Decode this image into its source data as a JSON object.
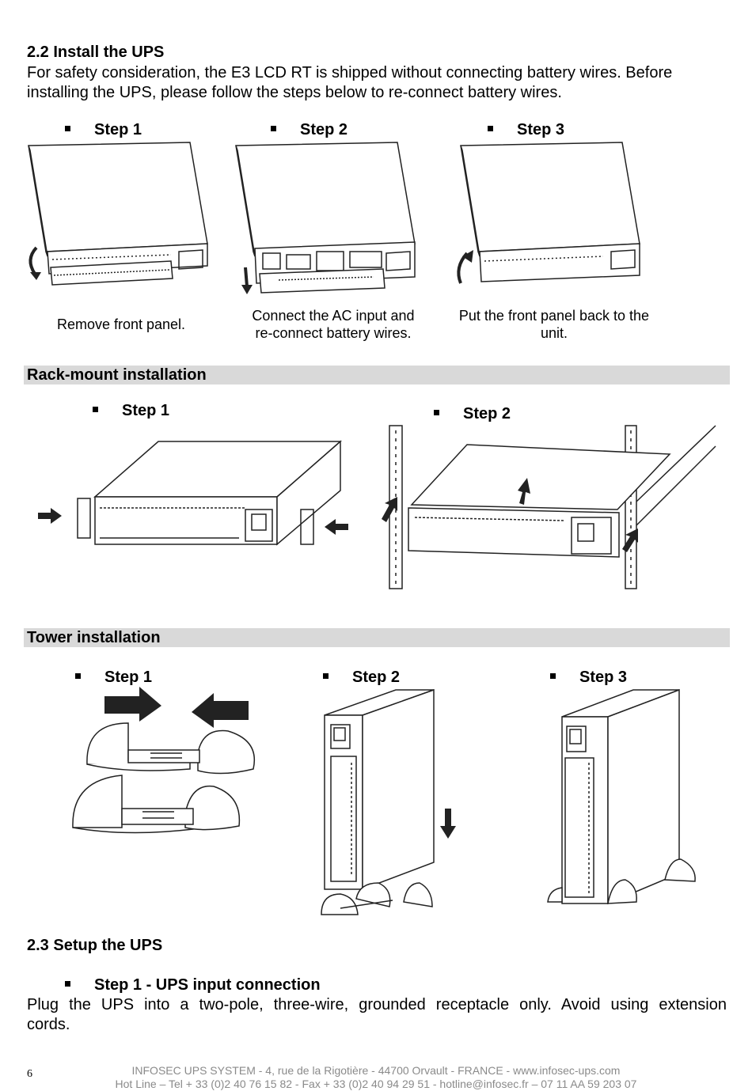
{
  "section_install": {
    "heading": "2.2 Install the UPS",
    "intro_line1": "For safety consideration, the E3 LCD RT is shipped without connecting battery wires. Before",
    "intro_line2": "installing the UPS, please follow the steps below to re-connect battery wires.",
    "steps": [
      {
        "label": "Step 1",
        "caption_lines": [
          "Remove front panel."
        ]
      },
      {
        "label": "Step 2",
        "caption_lines": [
          "Connect the AC input and",
          "re-connect battery wires."
        ]
      },
      {
        "label": "Step 3",
        "caption_lines": [
          "Put the front panel back to the",
          "unit."
        ]
      }
    ]
  },
  "section_rack": {
    "heading": "Rack-mount installation",
    "steps": [
      {
        "label": "Step 1"
      },
      {
        "label": "Step 2"
      }
    ]
  },
  "section_tower": {
    "heading": "Tower installation",
    "steps": [
      {
        "label": "Step 1"
      },
      {
        "label": "Step 2"
      },
      {
        "label": "Step 3"
      }
    ]
  },
  "section_setup": {
    "heading": "2.3 Setup the UPS",
    "step_title": "Step 1 - UPS input connection",
    "text_line1": "Plug the UPS into a two-pole, three-wire, grounded receptacle only. Avoid using extension",
    "text_line2": "cords."
  },
  "footer": {
    "page_number": "6",
    "line1": "INFOSEC UPS SYSTEM - 4, rue de la Rigotière - 44700 Orvault - FRANCE -  www.infosec-ups.com",
    "line2": "Hot Line – Tel + 33 (0)2 40 76 15 82 - Fax + 33 (0)2 40 94 29 51 - hotline@infosec.fr – 07 11 AA 59 203 07"
  },
  "colors": {
    "band": "#d9d9d9",
    "footer_text": "#8a8a8a"
  },
  "icons": [
    "arrow-icon",
    "rotate-arrow-icon",
    "bullet-icon"
  ]
}
